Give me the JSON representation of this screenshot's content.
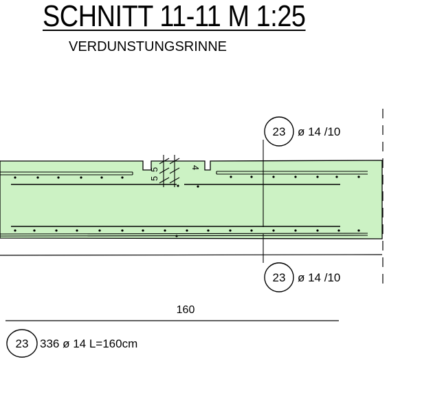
{
  "drawing": {
    "title": "SCHNITT 11-11  M 1:25",
    "subtitle": "VERDUNSTUNGSRINNE"
  },
  "callout_top": {
    "position_number": "23",
    "label": "ø 14 /10"
  },
  "callout_bottom": {
    "position_number": "23",
    "label": "ø 14 /10"
  },
  "groove_dims": {
    "width": "5",
    "depth": "5",
    "height": "4"
  },
  "dimension_overall": {
    "value": "160"
  },
  "schedule": {
    "position_number": "23",
    "label": "336 ø 14 L=160cm"
  },
  "colors": {
    "concrete_fill": "#ccf2c4",
    "line": "#000000"
  }
}
